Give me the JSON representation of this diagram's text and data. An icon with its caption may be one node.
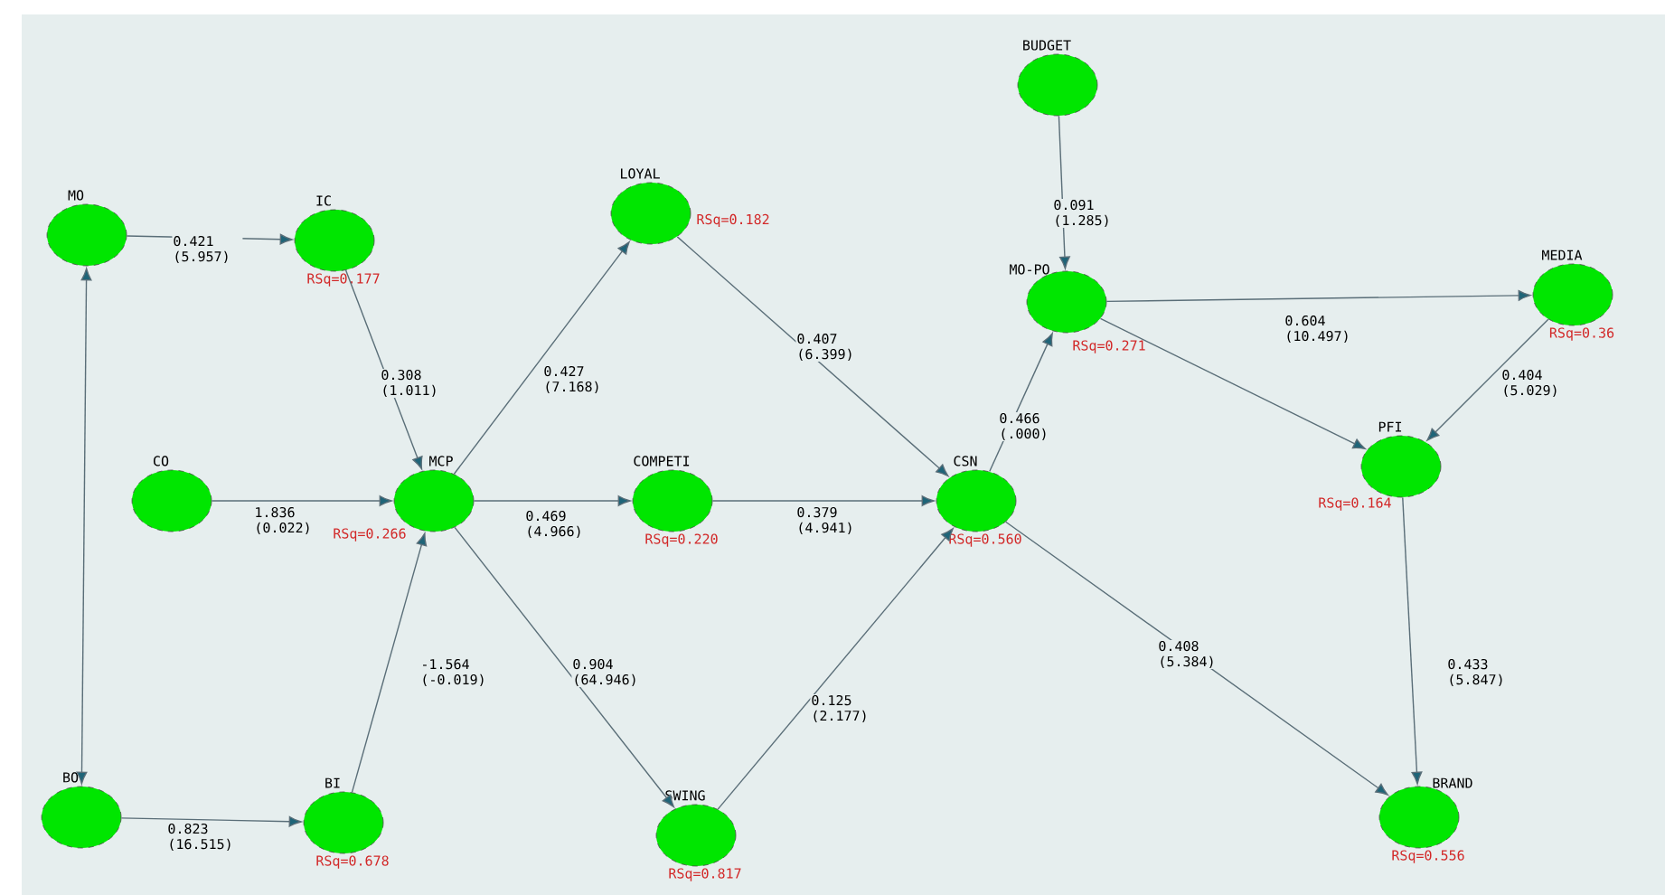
{
  "diagram": {
    "nodes": [
      {
        "text": [
          "BUDGET"
        ]
      },
      {
        "text": [
          "MO"
        ]
      },
      {
        "text": [
          "IC"
        ],
        "beside": [
          "RSq=0.177"
        ]
      },
      {
        "text": [
          "LOYAL"
        ],
        "beside": [
          "RSq=0.182"
        ]
      },
      {
        "text": [
          "MO-PO"
        ],
        "beside": [
          "RSq=0.271"
        ]
      },
      {
        "text": [
          "MEDIA"
        ],
        "beside": [
          "RSq=0.36"
        ]
      },
      {
        "text": [
          "CO"
        ]
      },
      {
        "text": [
          "MCP"
        ],
        "beside": [
          "RSq=0.266"
        ]
      },
      {
        "text": [
          "COMPETI"
        ],
        "beside": [
          "RSq=0.220"
        ]
      },
      {
        "text": [
          "CSN"
        ],
        "beside": [
          "RSq=0.560"
        ]
      },
      {
        "text": [
          "PFI"
        ],
        "beside": [
          "RSq=0.164"
        ]
      },
      {
        "text": [
          "BO"
        ]
      },
      {
        "text": [
          "BI"
        ],
        "beside": [
          "RSq=0.678"
        ]
      },
      {
        "text": [
          "SWING"
        ],
        "beside": [
          "RSq=0.817"
        ]
      },
      {
        "text": [
          "BRAND"
        ],
        "beside": [
          "RSq=0.556"
        ]
      }
    ],
    "edges": [
      {
        "from": 1,
        "to": 2,
        "arrow": "to",
        "label": "0.421 (5.957)"
      },
      {
        "from": 1,
        "to": 11,
        "arrow": "both"
      },
      {
        "from": 2,
        "to": 7,
        "arrow": "to",
        "label": "0.308 (1.011)"
      },
      {
        "from": 6,
        "to": 7,
        "arrow": "to",
        "label": "1.836 (0.022)"
      },
      {
        "from": 7,
        "to": 3,
        "arrow": "to",
        "label": "0.427 (7.168)"
      },
      {
        "from": 7,
        "to": 8,
        "arrow": "to",
        "label": "0.469 (4.966)"
      },
      {
        "from": 3,
        "to": 9,
        "arrow": "to",
        "label": "0.407 (6.399)"
      },
      {
        "from": 8,
        "to": 9,
        "arrow": "to",
        "label": "0.379 (4.941)"
      },
      {
        "from": 12,
        "to": 7,
        "arrow": "to",
        "label": "-1.564 (-0.019)"
      },
      {
        "from": 7,
        "to": 13,
        "arrow": "to",
        "label": "0.904 (64.946)"
      },
      {
        "from": 13,
        "to": 9,
        "arrow": "to",
        "label": "0.125 (2.177)"
      },
      {
        "from": 9,
        "to": 4,
        "arrow": "to",
        "label": "0.466 (.000)"
      },
      {
        "from": 0,
        "to": 4,
        "arrow": "to",
        "label": "0.091 (1.285)"
      },
      {
        "from": 4,
        "to": 5,
        "arrow": "to",
        "label": "0.604 (10.497)"
      },
      {
        "from": 4,
        "to": 10,
        "arrow": "to"
      },
      {
        "from": 5,
        "to": 10,
        "arrow": "to",
        "label": "0.404 (5.029)"
      },
      {
        "from": 10,
        "to": 14,
        "arrow": "to",
        "label": "0.433 (5.847)"
      },
      {
        "from": 9,
        "to": 14,
        "arrow": "to",
        "label": "0.408 (5.384)"
      },
      {
        "from": 11,
        "to": 12,
        "arrow": "to",
        "label": "0.823 (16.515)"
      }
    ]
  }
}
